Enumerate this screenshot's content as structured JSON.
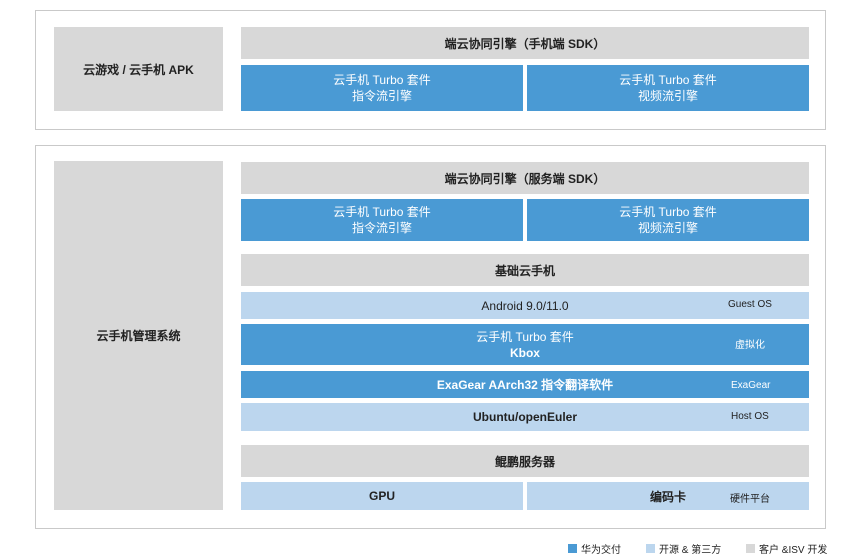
{
  "top": {
    "apk_label": "云游戏 / 云手机 APK",
    "engine_title": "端云协同引擎（手机端 SDK）",
    "blocks": [
      {
        "line1": "云手机 Turbo 套件",
        "line2": "指令流引擎"
      },
      {
        "line1": "云手机 Turbo 套件",
        "line2": "视频流引擎"
      }
    ]
  },
  "bottom": {
    "mgmt_label": "云手机管理系统",
    "engine_title": "端云协同引擎（服务端 SDK）",
    "blocks": [
      {
        "line1": "云手机 Turbo 套件",
        "line2": "指令流引擎"
      },
      {
        "line1": "云手机 Turbo 套件",
        "line2": "视频流引擎"
      }
    ],
    "base_title": "基础云手机",
    "android": {
      "label": "Android 9.0/11.0",
      "tag": "Guest OS"
    },
    "kbox": {
      "line1": "云手机 Turbo 套件",
      "line2": "Kbox",
      "tag": "虚拟化"
    },
    "exagear": {
      "label": "ExaGear AArch32 指令翻译软件",
      "tag": "ExaGear"
    },
    "ubuntu": {
      "label": "Ubuntu/openEuler",
      "tag": "Host OS"
    },
    "server_title": "鲲鹏服务器",
    "gpu": "GPU",
    "codec": "编码卡",
    "hw_tag": "硬件平台"
  },
  "legend": [
    {
      "label": "华为交付",
      "color": "#4a9ad4"
    },
    {
      "label": "开源 & 第三方",
      "color": "#bcd6ee"
    },
    {
      "label": "客户 &ISV 开发",
      "color": "#d8d8d8"
    }
  ]
}
